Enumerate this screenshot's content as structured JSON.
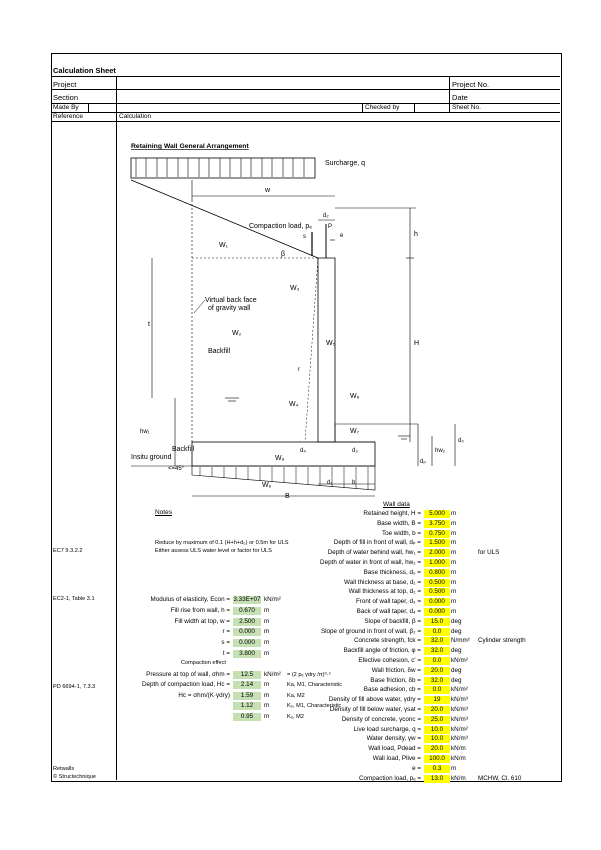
{
  "header": {
    "title": "Calculation Sheet",
    "project_label": "Project",
    "project_no_label": "Project No.",
    "section_label": "Section",
    "date_label": "Date",
    "made_by_label": "Made By",
    "checked_by_label": "Checked by",
    "sheet_no_label": "Sheet No.",
    "reference_label": "Reference",
    "calculation_label": "Calculation"
  },
  "diagram": {
    "heading": "Retaining Wall General Arrangement",
    "surcharge": "Surcharge, q",
    "w": "w",
    "d2": "d₂",
    "compaction": "Compaction load, pₑ",
    "s": "s",
    "P": "P",
    "e": "e",
    "h": "h",
    "W1": "W₁",
    "beta": "β",
    "W3": "W₃",
    "virtual1": "Virtual back face",
    "virtual2": "of gravity wall",
    "t": "t",
    "W2": "W₂",
    "backfill": "Backfill",
    "W5": "W₅",
    "H": "H",
    "r": "r",
    "W4": "W₄",
    "W6": "W₆",
    "W7": "W₇",
    "hw1": "hw₁",
    "backfill2": "Backfill",
    "insitu": "Insitu ground",
    "angle": "<=45°",
    "d4": "d₄",
    "d3": "d₃",
    "W8": "W₈",
    "d0": "d₀",
    "dp": "dₚ",
    "hw2": "hw₂",
    "W9": "W₉",
    "d1": "d₁",
    "b": "b",
    "B": "B"
  },
  "notes": {
    "heading": "Notes",
    "n1": "Reduce by maximum of 0.1 (H+h+d₀) or 0.5m for ULS",
    "n2": "Either assess ULS water level or factor for ULS",
    "ref1": "EC7 9.3.2.2",
    "ref2": "EC2-1, Table 3.1",
    "ref3": "PD 6694-1, 7.3.3",
    "ref4": "Retwalls",
    "ref5": "© Structechnique"
  },
  "wall_data": {
    "heading": "Wall data",
    "rows": [
      {
        "label": "Retained height, H =",
        "value": "5.000",
        "unit": "m",
        "note": ""
      },
      {
        "label": "Base width, B =",
        "value": "3.750",
        "unit": "m",
        "note": ""
      },
      {
        "label": "Toe width, b =",
        "value": "0.750",
        "unit": "m",
        "note": ""
      },
      {
        "label": "Depth of fill in front of wall, dₚ =",
        "value": "1.500",
        "unit": "m",
        "note": ""
      },
      {
        "label": "Depth of water behind wall, hw₁ =",
        "value": "2.000",
        "unit": "m",
        "note": "for ULS"
      },
      {
        "label": "Depth of water in front of wall, hw₂ =",
        "value": "1.000",
        "unit": "m",
        "note": ""
      },
      {
        "label": "Base thickness, d₀ =",
        "value": "0.800",
        "unit": "m",
        "note": ""
      },
      {
        "label": "Wall thickness at base, d₁ =",
        "value": "0.500",
        "unit": "m",
        "note": ""
      },
      {
        "label": "Wall thickness at top, d₂ =",
        "value": "0.500",
        "unit": "m",
        "note": ""
      },
      {
        "label": "Front of wall taper, d₃ =",
        "value": "0.000",
        "unit": "m",
        "note": ""
      },
      {
        "label": "Back of wall taper, d₄ =",
        "value": "0.000",
        "unit": "m",
        "note": ""
      },
      {
        "label": "Slope of backfill, β =",
        "value": "15.0",
        "unit": "deg",
        "note": ""
      },
      {
        "label": "Slope of ground in front of wall, β₂ =",
        "value": "0.0",
        "unit": "deg",
        "note": ""
      },
      {
        "label": "Concrete strength, fck =",
        "value": "32.0",
        "unit": "N/mm²",
        "note": "Cylinder strength"
      },
      {
        "label": "Backfill angle of friction, φ =",
        "value": "32.0",
        "unit": "deg",
        "note": ""
      },
      {
        "label": "Efective cohesion, c' =",
        "value": "0.0",
        "unit": "kN/m²",
        "note": ""
      },
      {
        "label": "Wall friction, δw =",
        "value": "20.0",
        "unit": "deg",
        "note": ""
      },
      {
        "label": "Base friction, δb =",
        "value": "32.0",
        "unit": "deg",
        "note": ""
      },
      {
        "label": "Base adhesion, cb =",
        "value": "0.0",
        "unit": "kN/m²",
        "note": ""
      },
      {
        "label": "Density of fill above water, γdry =",
        "value": "19",
        "unit": "kN/m³",
        "note": ""
      },
      {
        "label": "Density of fill below water, γsat =",
        "value": "20.0",
        "unit": "kN/m³",
        "note": ""
      },
      {
        "label": "Density of concrete, γconc =",
        "value": "25.0",
        "unit": "kN/m³",
        "note": ""
      },
      {
        "label": "Live load surcharge, q =",
        "value": "10.0",
        "unit": "kN/m²",
        "note": ""
      },
      {
        "label": "Water density, γw =",
        "value": "10.0",
        "unit": "kN/m³",
        "note": ""
      },
      {
        "label": "Wall load, Pdead =",
        "value": "20.0",
        "unit": "kN/m",
        "note": ""
      },
      {
        "label": "Wall load, Plive =",
        "value": "100.0",
        "unit": "kN/m",
        "note": ""
      },
      {
        "label": "e =",
        "value": "0.3",
        "unit": "m",
        "note": ""
      },
      {
        "label": "Compaction load, pₑ =",
        "value": "13.0",
        "unit": "kN/m",
        "note": "MCHW, Cl. 610"
      }
    ]
  },
  "left_data": {
    "rows": [
      {
        "label": "Modulus of elasticity, Econ =",
        "value": "3.33E+07",
        "unit": "kN/m²"
      },
      {
        "label": "Fill rise from wall, h =",
        "value": "0.670",
        "unit": "m"
      },
      {
        "label": "Fill width at top, w =",
        "value": "2.500",
        "unit": "m"
      },
      {
        "label": "r =",
        "value": "0.000",
        "unit": "m"
      },
      {
        "label": "s =",
        "value": "0.000",
        "unit": "m"
      },
      {
        "label": "t =",
        "value": "3.800",
        "unit": "m"
      }
    ],
    "compaction_heading": "Compaction effect",
    "comp_rows": [
      {
        "label": "Pressure at top of wall, σhm =",
        "value": "12.5",
        "unit": "kN/m²",
        "extra": "= (2 pₑ γdry /π)⁰·⁵"
      },
      {
        "label": "Depth of compaction load, Hc =",
        "value": "2.14",
        "unit": "m",
        "extra": "Ka, M1, Characteristic"
      },
      {
        "label": "Hc = σhm/(K·γdry)",
        "value": "1.59",
        "unit": "m",
        "extra": "Ka, M2"
      },
      {
        "label": "",
        "value": "1.12",
        "unit": "m",
        "extra": "K₀, M1, Characteristic"
      },
      {
        "label": "",
        "value": "0.95",
        "unit": "m",
        "extra": "K₀, M2"
      }
    ]
  }
}
